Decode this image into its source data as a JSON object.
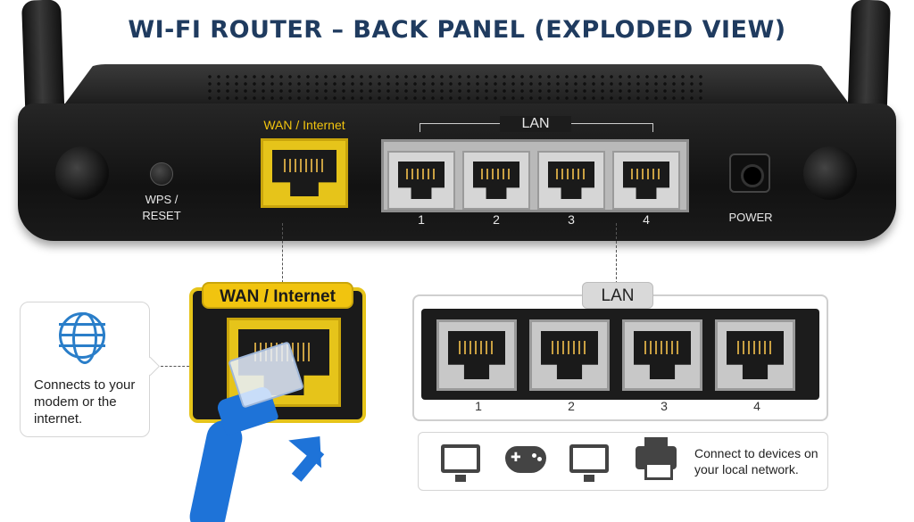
{
  "title": "WI-FI ROUTER – BACK PANEL (EXPLODED VIEW)",
  "router": {
    "wps_label_1": "WPS /",
    "wps_label_2": "RESET",
    "wan_label": "WAN / Internet",
    "lan_label": "LAN",
    "lan_ports": [
      "1",
      "2",
      "3",
      "4"
    ],
    "power_label": "POWER"
  },
  "wan_detail": {
    "label": "WAN / Internet",
    "icon": "globe-icon",
    "description": "Connects to your modem or the internet."
  },
  "lan_detail": {
    "label": "LAN",
    "ports": [
      "1",
      "2",
      "3",
      "4"
    ],
    "devices": [
      "monitor-icon",
      "gamepad-icon",
      "monitor-icon",
      "printer-icon"
    ],
    "description": "Connect to devices on your local network."
  },
  "colors": {
    "wan_accent": "#f1c40f",
    "cable": "#1e73d8",
    "title": "#1f3b5f"
  }
}
